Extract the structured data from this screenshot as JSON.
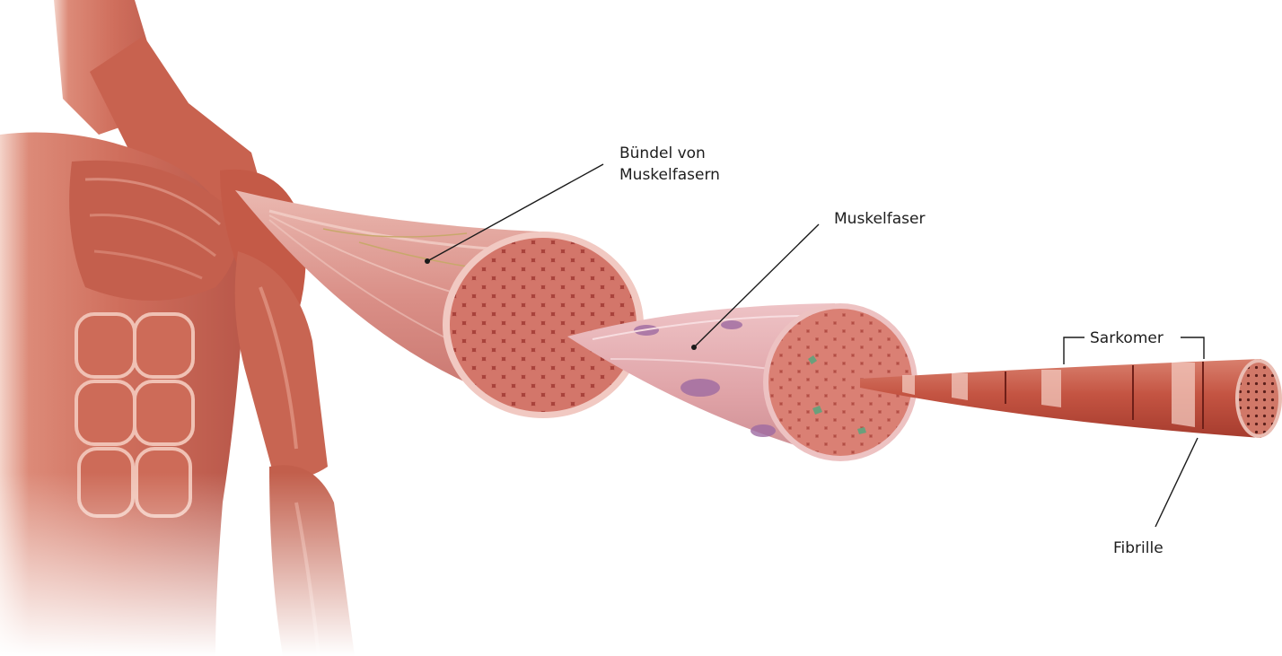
{
  "diagram": {
    "labels": {
      "bundle": [
        "Bündel von",
        "Muskelfasern"
      ],
      "fiber": "Muskelfaser",
      "sarcomere": "Sarkomer",
      "fibril": "Fibrille"
    },
    "colors": {
      "muscle_dark": "#b24a3c",
      "muscle_mid": "#d0705e",
      "muscle_light": "#e7a393",
      "skin_highlight": "#f3d2c7",
      "fiber_sheath": "#e6b0b4",
      "nucleus": "#9d6aa1",
      "cross_section_fill": "#b24a44",
      "cross_section_cell": "#d4776b",
      "leader_line": "#1a1a1a"
    }
  }
}
